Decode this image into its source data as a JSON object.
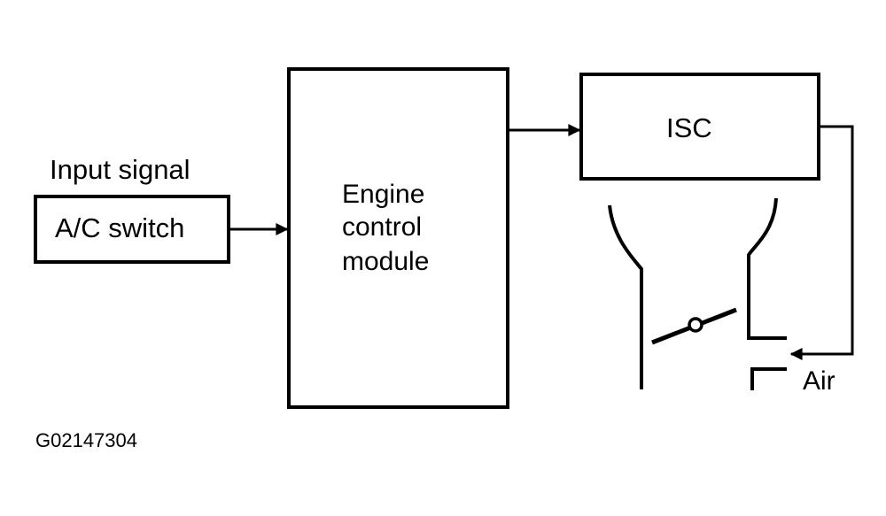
{
  "diagram": {
    "input_signal_label": "Input signal",
    "nodes": {
      "ac_switch": "A/C switch",
      "ecm": [
        "Engine",
        "control",
        "module"
      ],
      "isc": "ISC"
    },
    "air_label": "Air",
    "figure_id": "G02147304"
  },
  "colors": {
    "stroke": "#000000",
    "background": "#ffffff"
  }
}
